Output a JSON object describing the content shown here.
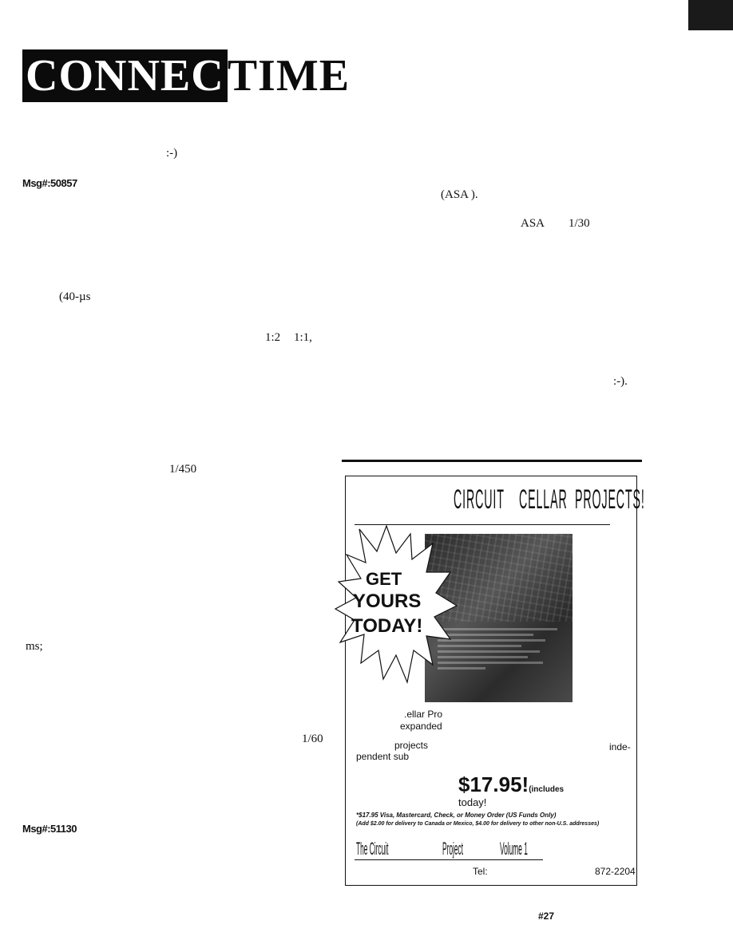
{
  "masthead": {
    "inverted_part": "CONNEC",
    "plain_part": "TIME"
  },
  "fragments": {
    "smiley_1": ":-)",
    "asa_1": "(ASA    ).",
    "asa_2": "ASA",
    "fraction_1_30": "1/30",
    "rise_time": "(40-µs",
    "ratio_1_2": "1:2",
    "ratio_1_1": "1:1,",
    "smiley_2": ":-).",
    "fraction_1_450": "1/450",
    "ms": "ms;",
    "fraction_1_60": "1/60"
  },
  "messages": {
    "msg_1": "Msg#:50857",
    "msg_2": "Msg#:51130"
  },
  "ad": {
    "title_words": [
      "CIRCUIT",
      "CELLAR",
      "PROJECTS!"
    ],
    "burst_lines": [
      "GET",
      "YOURS",
      "TODAY!"
    ],
    "body_fragments": {
      "cellar_pro": ".ellar Pro",
      "expanded": "expanded",
      "projects": "projects",
      "inde": "inde-",
      "pendent_sub": "pendent sub"
    },
    "price": "$17.95!",
    "price_note": "(includes",
    "today": "today!",
    "payment_line": "*$17.95 Visa, Mastercard, Check, or Money Order   (US Funds Only)",
    "delivery_line": "(Add $2.00 for delivery to Canada or Mexico, $4.00 for delivery to other non-U.S. addresses)",
    "footer_words": [
      "The Circuit",
      "Project",
      "Volume 1"
    ],
    "tel_label": "Tel:",
    "tel_number": "872-2204"
  },
  "page_number": "#27"
}
